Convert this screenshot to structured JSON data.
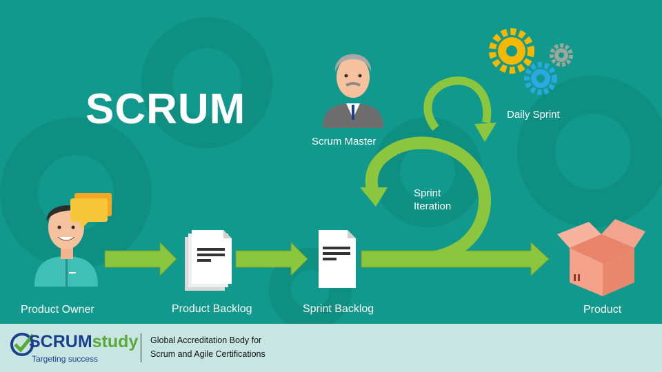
{
  "title": "SCRUM",
  "labels": {
    "product_owner": "Product Owner",
    "product_backlog": "Product Backlog",
    "sprint_backlog": "Sprint Backlog",
    "product": "Product",
    "scrum_master": "Scrum Master",
    "daily_sprint": "Daily Sprint",
    "sprint": "Sprint",
    "iteration": "Iteration"
  },
  "footer": {
    "logo_part1": "SCRUM",
    "logo_part2": "study",
    "tagline": "Targeting success",
    "accreditation_line1": "Global Accreditation Body for",
    "accreditation_line2": "Scrum and Agile Certifications"
  },
  "colors": {
    "background": "#10998c",
    "arrow": "#8cc63f",
    "footer": "#c8e6e1"
  }
}
